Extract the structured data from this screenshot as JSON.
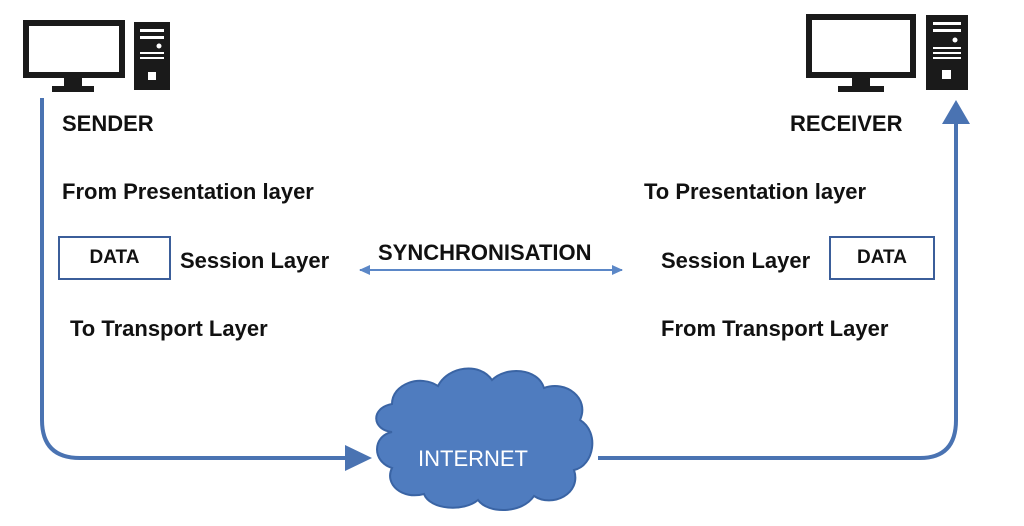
{
  "sender": {
    "title": "SENDER",
    "from_layer": "From Presentation layer",
    "data_label": "DATA",
    "session_label": "Session Layer",
    "to_layer": "To Transport Layer"
  },
  "receiver": {
    "title": "RECEIVER",
    "to_layer": "To Presentation  layer",
    "data_label": "DATA",
    "session_label": "Session Layer",
    "from_layer": "From Transport  Layer"
  },
  "sync_label": "SYNCHRONISATION",
  "internet_label": "INTERNET",
  "colors": {
    "flow_line": "#4a73b2",
    "cloud_fill": "#4f7cbf",
    "cloud_stroke": "#3a64a4",
    "sync_arrow": "#5b87c7",
    "device": "#1a1a1a"
  }
}
